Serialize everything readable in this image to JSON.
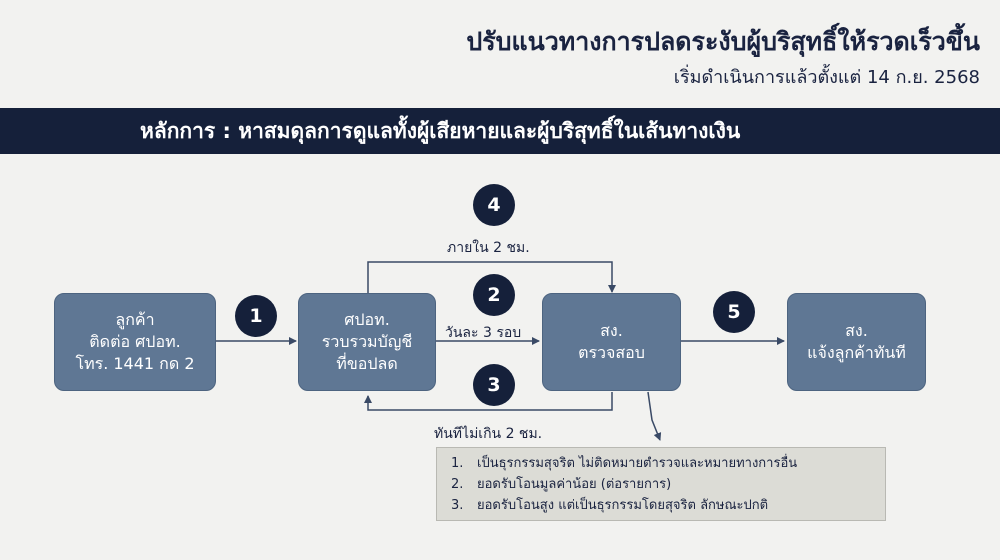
{
  "header": {
    "title": "ปรับแนวทางการปลดระงับผู้บริสุทธิ์ให้รวดเร็วขึ้น",
    "subtitle": "เริ่มดำเนินการแล้วตั้งแต่ 14 ก.ย. 2568"
  },
  "banner": {
    "text": "หลักการ : หาสมดุลการดูแลทั้งผู้เสียหายและผู้บริสุทธิ์ในเส้นทางเงิน"
  },
  "flow": {
    "boxes": [
      {
        "lines": [
          "ลูกค้า",
          "ติดต่อ ศปอท.",
          "โทร. 1441 กด 2"
        ]
      },
      {
        "lines": [
          "ศปอท.",
          "รวบรวมบัญชี",
          "ที่ขอปลด"
        ]
      },
      {
        "lines": [
          "สง.",
          "ตรวจสอบ"
        ]
      },
      {
        "lines": [
          "สง.",
          "แจ้งลูกค้าทันที"
        ]
      }
    ],
    "steps": [
      {
        "number": "1"
      },
      {
        "number": "2",
        "label": "วันละ 3 รอบ"
      },
      {
        "number": "3",
        "label": "ทันทีไม่เกิน 2 ชม."
      },
      {
        "number": "4",
        "label": "ภายใน 2 ชม."
      },
      {
        "number": "5"
      }
    ]
  },
  "conditions": [
    {
      "num": "1.",
      "text": "เป็นธุรกรรมสุจริต ไม่ติดหมายตำรวจและหมายทางการอื่น"
    },
    {
      "num": "2.",
      "text": "ยอดรับโอนมูลค่าน้อย (ต่อรายการ)"
    },
    {
      "num": "3.",
      "text": "ยอดรับโอนสูง แต่เป็นธุรกรรมโดยสุจริต ลักษณะปกติ"
    }
  ],
  "colors": {
    "navy": "#15203a",
    "box": "#5f7794",
    "background": "#f2f2f0",
    "note_panel": "#dcdcd6"
  }
}
